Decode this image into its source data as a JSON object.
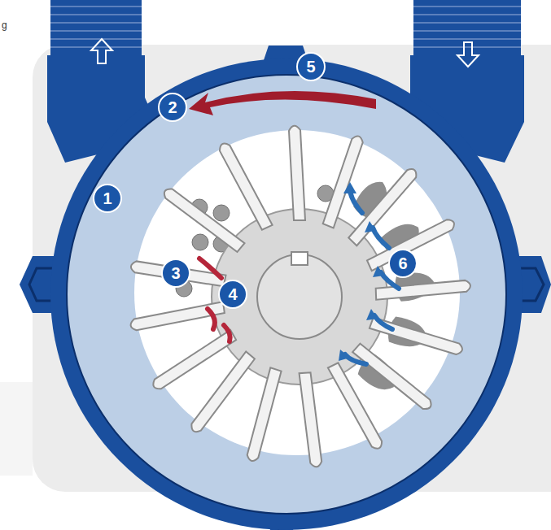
{
  "diagram": {
    "labels": [
      "g",
      "1",
      "2",
      "3",
      "4",
      "5",
      "6"
    ]
  }
}
